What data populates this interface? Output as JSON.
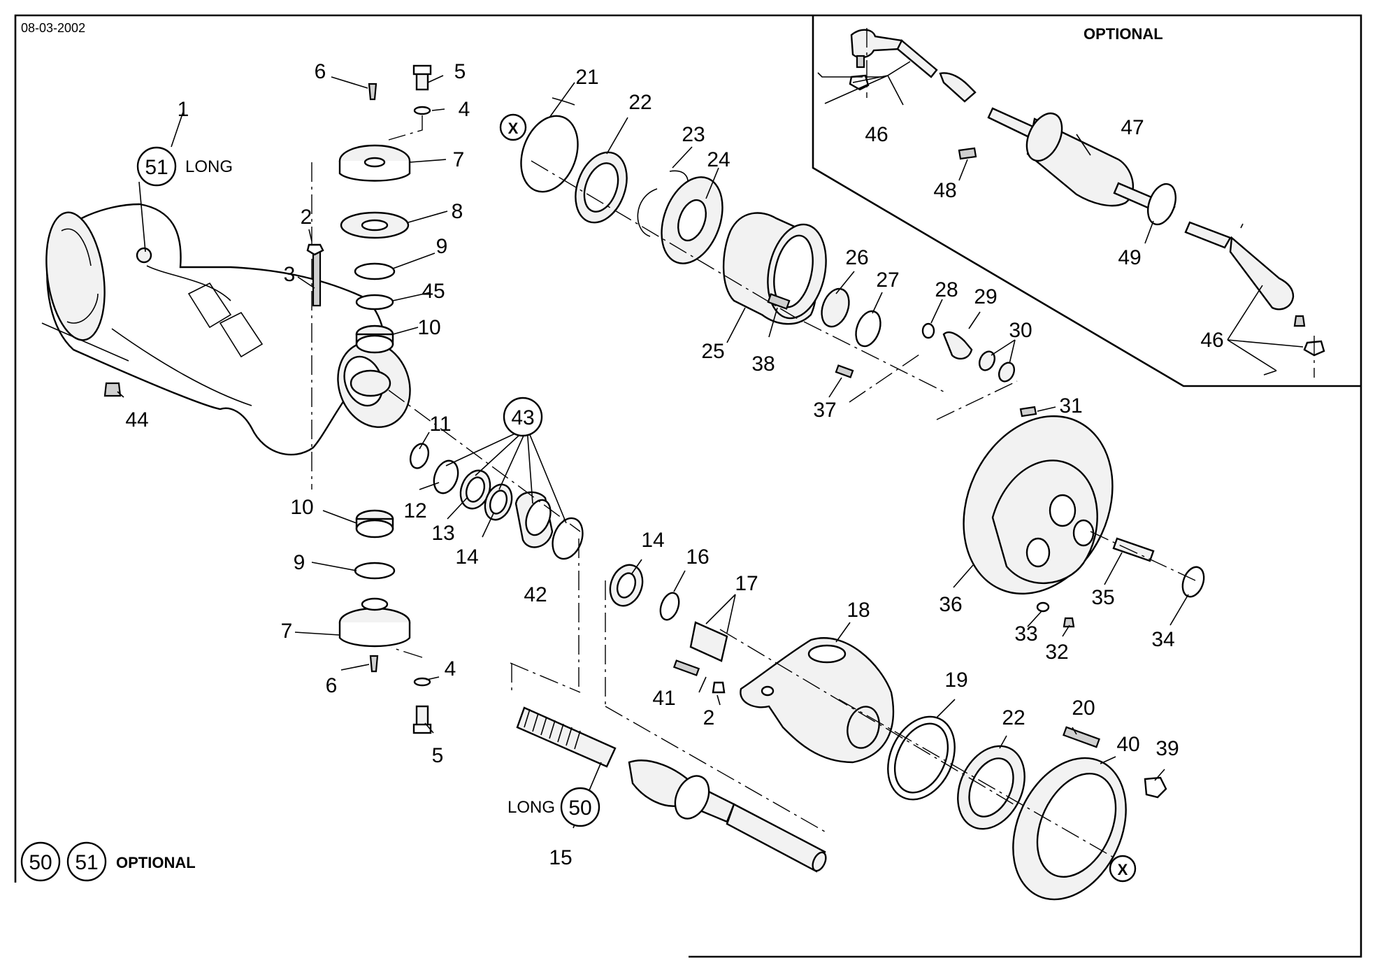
{
  "sheet": {
    "date": "08-03-2002",
    "inset_title": "OPTIONAL",
    "footer_label": "OPTIONAL"
  },
  "balloons": {
    "b51": "51",
    "b51_note": "LONG",
    "b43": "43",
    "b50": "50",
    "b50_note": "LONG",
    "legend_50": "50",
    "legend_51": "51",
    "x_mark": "X"
  },
  "labels": {
    "p1": "1",
    "p2a": "2",
    "p2b": "2",
    "p3": "3",
    "p4a": "4",
    "p4b": "4",
    "p5a": "5",
    "p5b": "5",
    "p6a": "6",
    "p6b": "6",
    "p7a": "7",
    "p7b": "7",
    "p8": "8",
    "p9a": "9",
    "p9b": "9",
    "p10a": "10",
    "p10b": "10",
    "p11": "11",
    "p12": "12",
    "p13": "13",
    "p14a": "14",
    "p14b": "14",
    "p15": "15",
    "p16": "16",
    "p17": "17",
    "p18": "18",
    "p19": "19",
    "p20": "20",
    "p21": "21",
    "p22a": "22",
    "p22b": "22",
    "p23": "23",
    "p24": "24",
    "p25": "25",
    "p26": "26",
    "p27": "27",
    "p28": "28",
    "p29": "29",
    "p30": "30",
    "p31": "31",
    "p32": "32",
    "p33": "33",
    "p34": "34",
    "p35": "35",
    "p36": "36",
    "p37": "37",
    "p38": "38",
    "p39": "39",
    "p40": "40",
    "p41": "41",
    "p42": "42",
    "p44": "44",
    "p45": "45",
    "p46a": "46",
    "p46b": "46",
    "p47": "47",
    "p48": "48",
    "p49": "49"
  }
}
